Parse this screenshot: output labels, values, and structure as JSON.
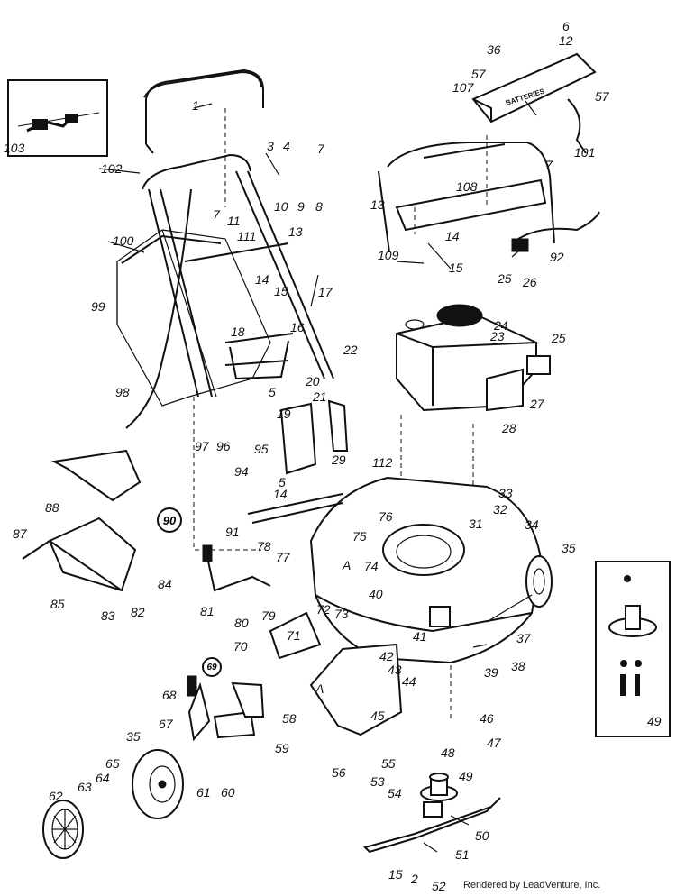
{
  "credit": "Rendered by LeadVenture, Inc.",
  "battery_label": "BATTERIES",
  "circled": [
    "90",
    "69"
  ],
  "labels": [
    {
      "id": "p1",
      "text": "1"
    },
    {
      "id": "p2",
      "text": "2"
    },
    {
      "id": "p3",
      "text": "3"
    },
    {
      "id": "p4",
      "text": "4"
    },
    {
      "id": "p5a",
      "text": "5"
    },
    {
      "id": "p5b",
      "text": "5"
    },
    {
      "id": "p6",
      "text": "6"
    },
    {
      "id": "p7a",
      "text": "7"
    },
    {
      "id": "p7b",
      "text": "7"
    },
    {
      "id": "p7c",
      "text": "7"
    },
    {
      "id": "p8",
      "text": "8"
    },
    {
      "id": "p9",
      "text": "9"
    },
    {
      "id": "p10",
      "text": "10"
    },
    {
      "id": "p11",
      "text": "11"
    },
    {
      "id": "p12",
      "text": "12"
    },
    {
      "id": "p13a",
      "text": "13"
    },
    {
      "id": "p13b",
      "text": "13"
    },
    {
      "id": "p14a",
      "text": "14"
    },
    {
      "id": "p14b",
      "text": "14"
    },
    {
      "id": "p14c",
      "text": "14"
    },
    {
      "id": "p15a",
      "text": "15"
    },
    {
      "id": "p15b",
      "text": "15"
    },
    {
      "id": "p15c",
      "text": "15"
    },
    {
      "id": "p16",
      "text": "16"
    },
    {
      "id": "p17",
      "text": "17"
    },
    {
      "id": "p18",
      "text": "18"
    },
    {
      "id": "p19",
      "text": "19"
    },
    {
      "id": "p20",
      "text": "20"
    },
    {
      "id": "p21",
      "text": "21"
    },
    {
      "id": "p22",
      "text": "22"
    },
    {
      "id": "p23",
      "text": "23"
    },
    {
      "id": "p24",
      "text": "24"
    },
    {
      "id": "p25a",
      "text": "25"
    },
    {
      "id": "p25b",
      "text": "25"
    },
    {
      "id": "p26",
      "text": "26"
    },
    {
      "id": "p27",
      "text": "27"
    },
    {
      "id": "p28",
      "text": "28"
    },
    {
      "id": "p29",
      "text": "29"
    },
    {
      "id": "p31",
      "text": "31"
    },
    {
      "id": "p32",
      "text": "32"
    },
    {
      "id": "p33",
      "text": "33"
    },
    {
      "id": "p34",
      "text": "34"
    },
    {
      "id": "p35a",
      "text": "35"
    },
    {
      "id": "p35b",
      "text": "35"
    },
    {
      "id": "p36",
      "text": "36"
    },
    {
      "id": "p37",
      "text": "37"
    },
    {
      "id": "p38",
      "text": "38"
    },
    {
      "id": "p39",
      "text": "39"
    },
    {
      "id": "p40",
      "text": "40"
    },
    {
      "id": "p41",
      "text": "41"
    },
    {
      "id": "p42",
      "text": "42"
    },
    {
      "id": "p43",
      "text": "43"
    },
    {
      "id": "p44",
      "text": "44"
    },
    {
      "id": "p45",
      "text": "45"
    },
    {
      "id": "p46",
      "text": "46"
    },
    {
      "id": "p47",
      "text": "47"
    },
    {
      "id": "p48",
      "text": "48"
    },
    {
      "id": "p49a",
      "text": "49"
    },
    {
      "id": "p49b",
      "text": "49"
    },
    {
      "id": "p50",
      "text": "50"
    },
    {
      "id": "p51",
      "text": "51"
    },
    {
      "id": "p52",
      "text": "52"
    },
    {
      "id": "p53",
      "text": "53"
    },
    {
      "id": "p54",
      "text": "54"
    },
    {
      "id": "p55",
      "text": "55"
    },
    {
      "id": "p56",
      "text": "56"
    },
    {
      "id": "p57a",
      "text": "57"
    },
    {
      "id": "p57b",
      "text": "57"
    },
    {
      "id": "p58",
      "text": "58"
    },
    {
      "id": "p59",
      "text": "59"
    },
    {
      "id": "p60",
      "text": "60"
    },
    {
      "id": "p61",
      "text": "61"
    },
    {
      "id": "p62",
      "text": "62"
    },
    {
      "id": "p63",
      "text": "63"
    },
    {
      "id": "p64",
      "text": "64"
    },
    {
      "id": "p65",
      "text": "65"
    },
    {
      "id": "p67",
      "text": "67"
    },
    {
      "id": "p68",
      "text": "68"
    },
    {
      "id": "p70",
      "text": "70"
    },
    {
      "id": "p71",
      "text": "71"
    },
    {
      "id": "p72",
      "text": "72"
    },
    {
      "id": "p73",
      "text": "73"
    },
    {
      "id": "p74",
      "text": "74"
    },
    {
      "id": "p75",
      "text": "75"
    },
    {
      "id": "p76",
      "text": "76"
    },
    {
      "id": "p77",
      "text": "77"
    },
    {
      "id": "p78",
      "text": "78"
    },
    {
      "id": "p79",
      "text": "79"
    },
    {
      "id": "p80",
      "text": "80"
    },
    {
      "id": "p81",
      "text": "81"
    },
    {
      "id": "p82",
      "text": "82"
    },
    {
      "id": "p83",
      "text": "83"
    },
    {
      "id": "p84",
      "text": "84"
    },
    {
      "id": "p85",
      "text": "85"
    },
    {
      "id": "p87",
      "text": "87"
    },
    {
      "id": "p88",
      "text": "88"
    },
    {
      "id": "p91",
      "text": "91"
    },
    {
      "id": "p92",
      "text": "92"
    },
    {
      "id": "p94",
      "text": "94"
    },
    {
      "id": "p95",
      "text": "95"
    },
    {
      "id": "p96",
      "text": "96"
    },
    {
      "id": "p97",
      "text": "97"
    },
    {
      "id": "p98",
      "text": "98"
    },
    {
      "id": "p99",
      "text": "99"
    },
    {
      "id": "p100",
      "text": "100"
    },
    {
      "id": "p101",
      "text": "101"
    },
    {
      "id": "p102",
      "text": "102"
    },
    {
      "id": "p103",
      "text": "103"
    },
    {
      "id": "p107",
      "text": "107"
    },
    {
      "id": "p108",
      "text": "108"
    },
    {
      "id": "p109",
      "text": "109"
    },
    {
      "id": "p111",
      "text": "111"
    },
    {
      "id": "p112",
      "text": "112"
    },
    {
      "id": "pA1",
      "text": "A"
    },
    {
      "id": "pA2",
      "text": "A"
    }
  ]
}
